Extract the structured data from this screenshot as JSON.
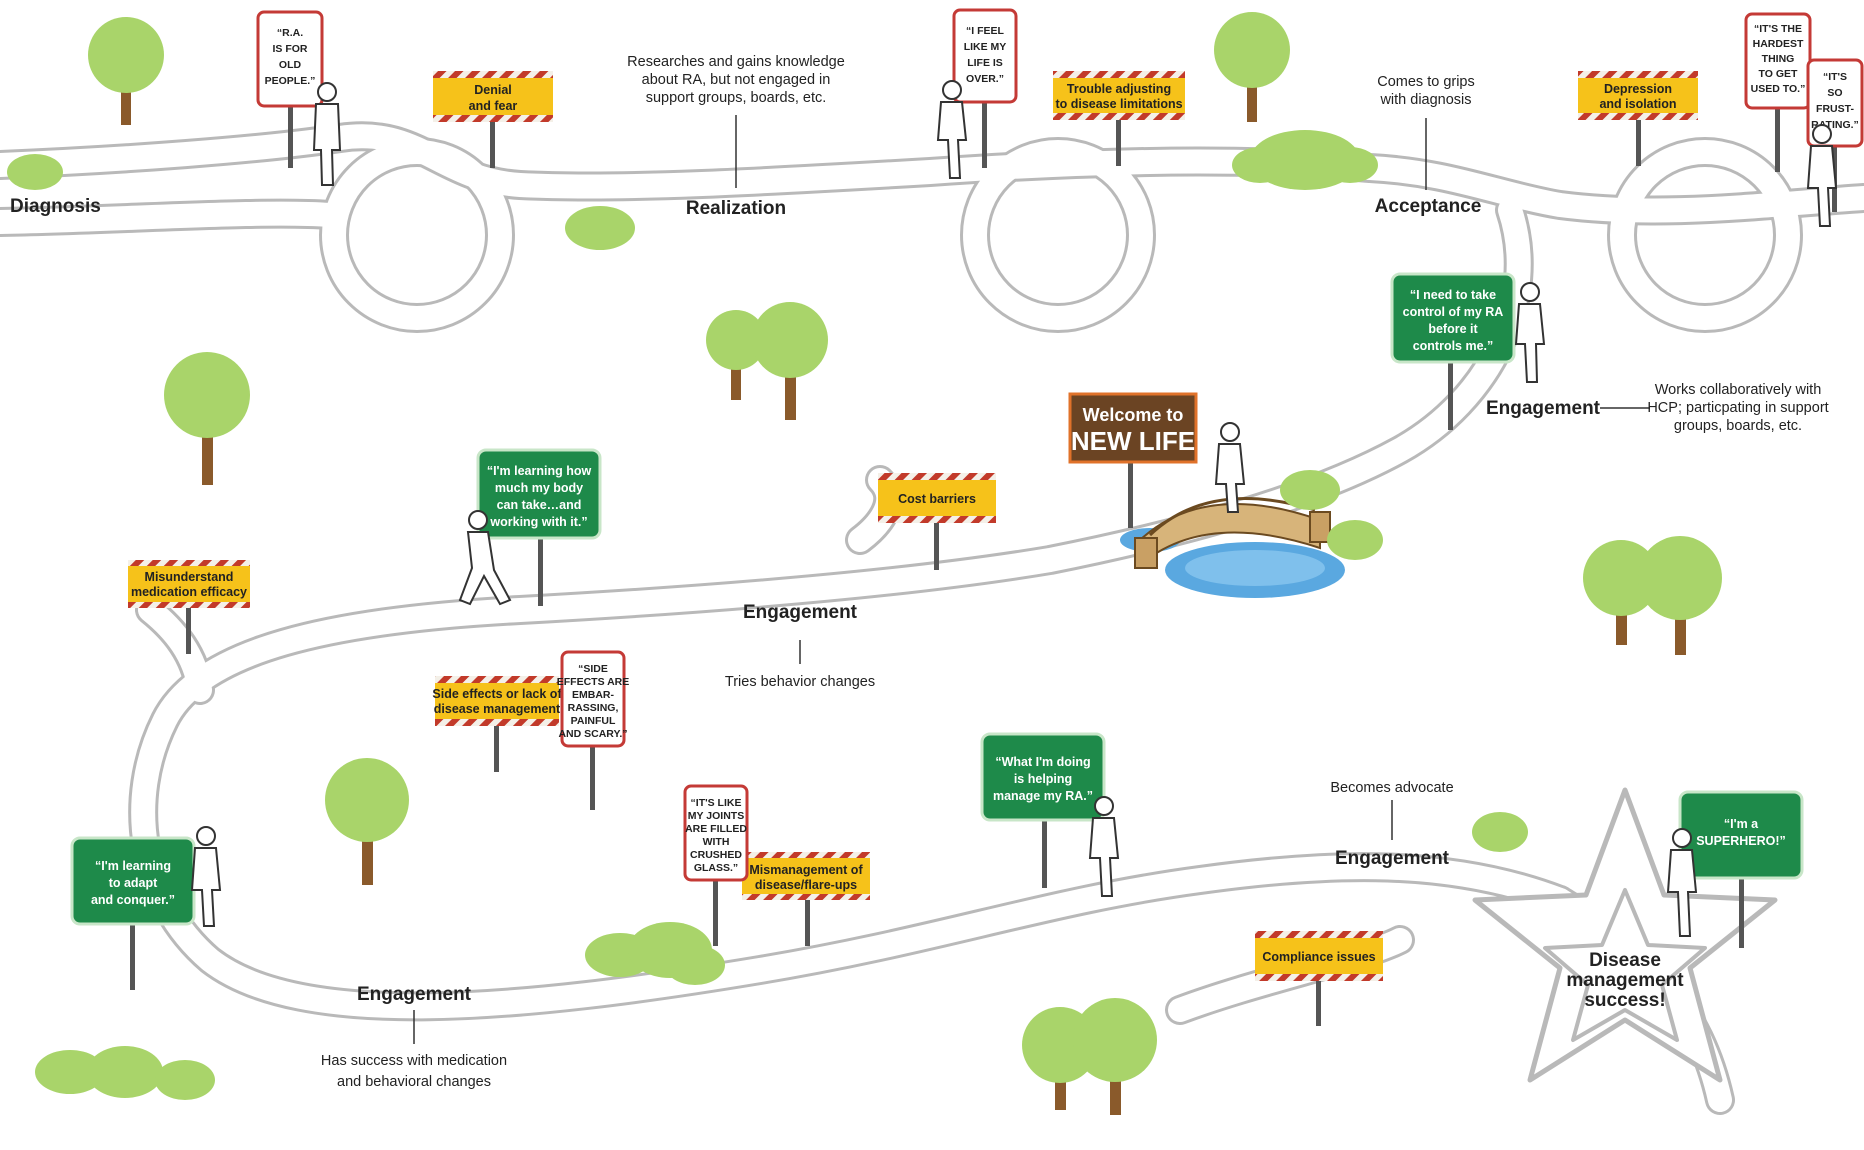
{
  "stages": {
    "diagnosis": "Diagnosis",
    "realization": "Realization",
    "acceptance": "Acceptance",
    "engagement_right": "Engagement",
    "engagement_middle": "Engagement",
    "engagement_bottom_left": "Engagement",
    "engagement_bottom_right": "Engagement"
  },
  "notes": {
    "realization": [
      "Researches and gains knowledge",
      "about RA, but not engaged in",
      "support groups, boards, etc."
    ],
    "acceptance": [
      "Comes to grips",
      "with diagnosis"
    ],
    "engagement_right": [
      "Works collaboratively with",
      "HCP; particpating in support",
      "groups, boards, etc."
    ],
    "engagement_middle": [
      "Tries behavior changes"
    ],
    "engagement_bottom_left": [
      "Has success with medication",
      "and behavioral changes"
    ],
    "engagement_bottom_right": [
      "Becomes advocate"
    ]
  },
  "barrier_signs": {
    "denial": [
      "Denial",
      "and fear"
    ],
    "trouble": [
      "Trouble adjusting",
      "to disease limitations"
    ],
    "depression": [
      "Depression",
      "and isolation"
    ],
    "cost": [
      "Cost barriers"
    ],
    "misunderstand": [
      "Misunderstand",
      "medication efficacy"
    ],
    "side_effects": [
      "Side effects or lack of",
      "disease management"
    ],
    "mismanagement": [
      "Mismanagement of",
      "disease/flare-ups"
    ],
    "compliance": [
      "Compliance issues"
    ]
  },
  "quote_signs": {
    "ra_old": [
      "“R.A.",
      "IS FOR",
      "OLD",
      "PEOPLE.”"
    ],
    "life_over": [
      "“I FEEL",
      "LIKE MY",
      "LIFE IS",
      "OVER.”"
    ],
    "hardest": [
      "“IT'S THE",
      "HARDEST",
      "THING",
      "TO GET",
      "USED TO.”"
    ],
    "frustrating": [
      "“IT'S",
      "SO",
      "FRUST-",
      "RATING.”"
    ],
    "side_effects_quote": [
      "“SIDE",
      "EFFECTS ARE",
      "EMBAR-",
      "RASSING,",
      "PAINFUL",
      "AND SCARY.”"
    ],
    "joints": [
      "“IT'S LIKE",
      "MY JOINTS",
      "ARE FILLED",
      "WITH",
      "CRUSHED",
      "GLASS.”"
    ]
  },
  "green_signs": {
    "take_control": [
      "“I need to take",
      "control of my RA",
      "before it",
      "controls me.”"
    ],
    "learning_body": [
      "“I'm learning how",
      "much my body",
      "can take…and",
      "working with it.”"
    ],
    "adapt": [
      "“I'm learning",
      "to adapt",
      "and conquer.”"
    ],
    "helping": [
      "“What I'm doing",
      "is helping",
      "manage my RA.”"
    ],
    "superhero": [
      "“I'm a",
      "SUPERHERO!”"
    ]
  },
  "welcome_sign": {
    "line1": "Welcome to",
    "line2": "NEW LIFE"
  },
  "finish": [
    "Disease",
    "management",
    "success!"
  ],
  "colors": {
    "barrier_yellow": "#f6c21a",
    "barrier_stripe_red": "#c23a2a",
    "green_sign": "#1e8a4a",
    "quote_border": "#c43a36",
    "welcome_brown": "#6b4423",
    "welcome_border": "#e0722a",
    "tree_green": "#a9d46a",
    "tree_trunk": "#8a5a2b",
    "water": "#5aa8e0",
    "road_edge": "#b9b9b9"
  }
}
